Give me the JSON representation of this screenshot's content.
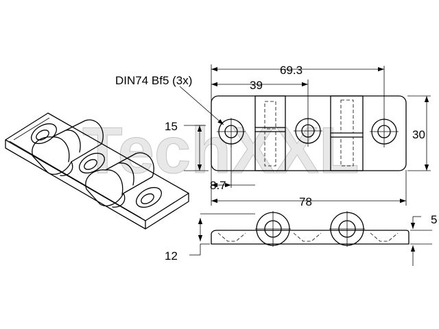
{
  "watermark": {
    "text": "TechXXL"
  },
  "callout": {
    "text": "DIN74 Bf5 (3x)"
  },
  "dimensions": {
    "overall_length": "78",
    "hole_spacing_outer": "69.3",
    "hole_spacing_inner": "39",
    "height": "30",
    "hole_center_height": "15",
    "hole_edge_offset": "8.7",
    "plate_thickness": "5",
    "knuckle_height": "12"
  }
}
